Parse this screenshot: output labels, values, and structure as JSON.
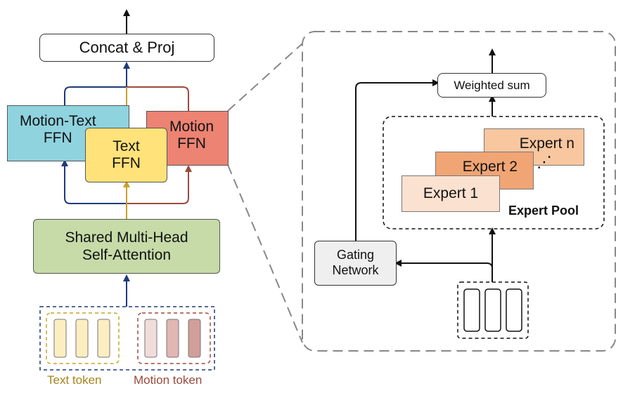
{
  "left": {
    "concat_proj": "Concat & Proj",
    "motion_text_ffn": "Motion-Text\nFFN",
    "text_ffn": "Text\nFFN",
    "motion_ffn": "Motion\nFFN",
    "shared_attention": "Shared Multi-Head\nSelf-Attention",
    "text_token_label": "Text token",
    "motion_token_label": "Motion token"
  },
  "right": {
    "weighted_sum": "Weighted sum",
    "expert_n": "Expert n",
    "expert_2": "Expert 2",
    "expert_1": "Expert 1",
    "ellipsis": "⋰",
    "expert_pool": "Expert Pool",
    "gating_network": "Gating\nNetwork"
  },
  "colors": {
    "navy": "#1f3a78",
    "gold": "#c9a227",
    "brown": "#9a4a3c",
    "motion_text_ffn": "#8fd3df",
    "text_ffn": "#ffe27a",
    "motion_ffn": "#ec8373",
    "attention": "#c6dba8",
    "text_token_fill": "#fdeec2",
    "motion_token_light": "#f0dcdb",
    "motion_token_mid": "#e1b6b3",
    "motion_token_dark": "#d29e9a",
    "expert_n": "#f8c7a0",
    "expert_2": "#f1a574",
    "expert_1": "#fbe1cf",
    "gating": "#efefef"
  }
}
